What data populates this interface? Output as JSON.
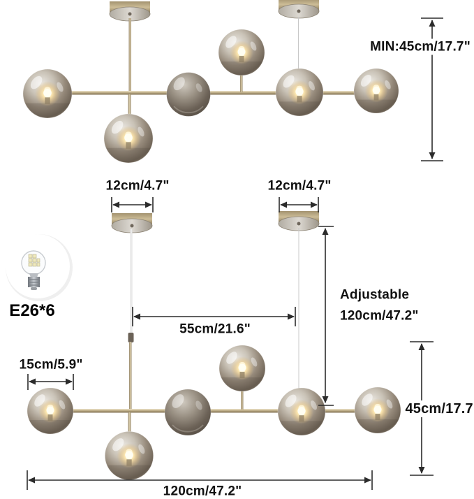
{
  "diagram": {
    "bulb_badge": {
      "spec": "E26*6",
      "icon": "light-bulb"
    },
    "dimensions": {
      "min_height": "MIN:45cm/17.7\"",
      "canopy_width_left": "12cm/4.7\"",
      "canopy_width_right": "12cm/4.7\"",
      "adjustable_title": "Adjustable",
      "adjustable_value": "120cm/47.2\"",
      "hang_spacing": "55cm/21.6\"",
      "globe_diameter": "15cm/5.9\"",
      "fixture_height": "45cm/17.7\"",
      "fixture_width": "120cm/47.2\""
    },
    "colors": {
      "dimension_line": "#2b2b2b",
      "brass": "#bfae88",
      "glass_smoke": "#94897b",
      "glow_warm": "#ffe9b0",
      "background": "#ffffff"
    }
  }
}
